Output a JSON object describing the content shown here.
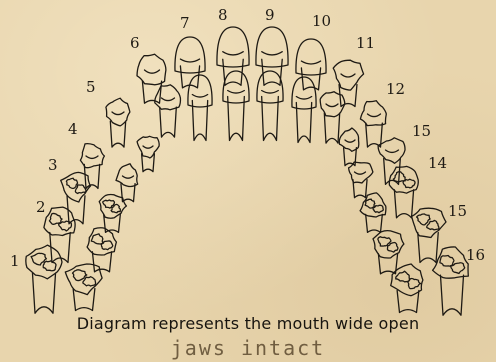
{
  "diagram": {
    "numbers": [
      "1",
      "2",
      "3",
      "4",
      "5",
      "6",
      "7",
      "8",
      "9",
      "10",
      "11",
      "12",
      "15",
      "14",
      "15",
      "16"
    ],
    "caption": "Diagram represents the mouth wide open",
    "stamp": "jaws intact"
  }
}
